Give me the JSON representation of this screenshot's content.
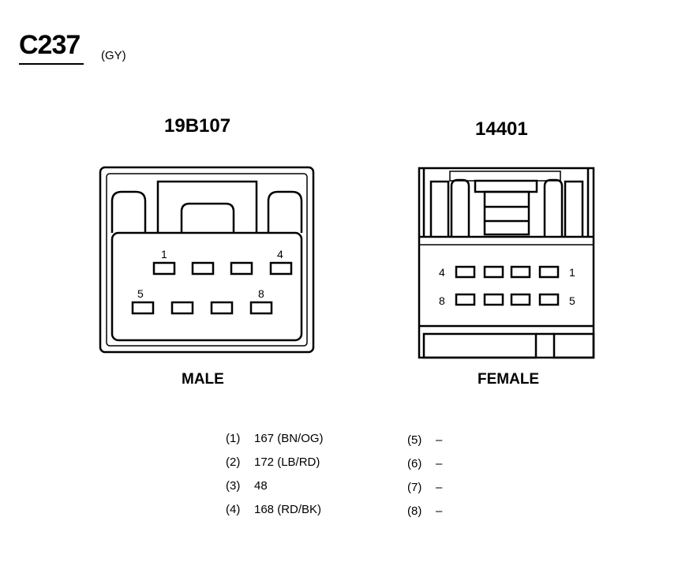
{
  "connector": {
    "id": "C237",
    "color": "(GY)"
  },
  "male": {
    "part_number": "19B107",
    "label": "MALE",
    "pin_labels": [
      "1",
      "4",
      "5",
      "8"
    ]
  },
  "female": {
    "part_number": "14401",
    "label": "FEMALE",
    "pin_labels": [
      "4",
      "1",
      "8",
      "5"
    ]
  },
  "pinout_left": [
    {
      "num": "(1)",
      "circuit": "167 (BN/OG)"
    },
    {
      "num": "(2)",
      "circuit": "172 (LB/RD)"
    },
    {
      "num": "(3)",
      "circuit": "48"
    },
    {
      "num": "(4)",
      "circuit": "168 (RD/BK)"
    }
  ],
  "pinout_right": [
    {
      "num": "(5)",
      "circuit": "–"
    },
    {
      "num": "(6)",
      "circuit": "–"
    },
    {
      "num": "(7)",
      "circuit": "–"
    },
    {
      "num": "(8)",
      "circuit": "–"
    }
  ]
}
